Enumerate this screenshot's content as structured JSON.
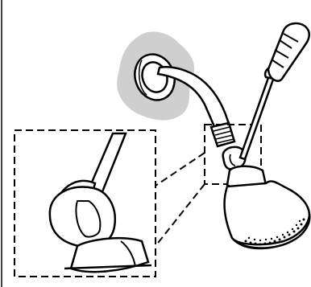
{
  "figure": {
    "type": "line-art installation illustration",
    "colors": {
      "stroke": "#000000",
      "fill": "#ffffff",
      "wall_shading": "#cfcfcf",
      "frame_dash": "#000000"
    },
    "parts": [
      {
        "name": "wall-shading"
      },
      {
        "name": "wall-flange"
      },
      {
        "name": "shower-arm"
      },
      {
        "name": "shower-head"
      },
      {
        "name": "screwdriver"
      },
      {
        "name": "detail-callout-box"
      },
      {
        "name": "detail-inset-box"
      },
      {
        "name": "callout-leader-lines"
      }
    ]
  }
}
